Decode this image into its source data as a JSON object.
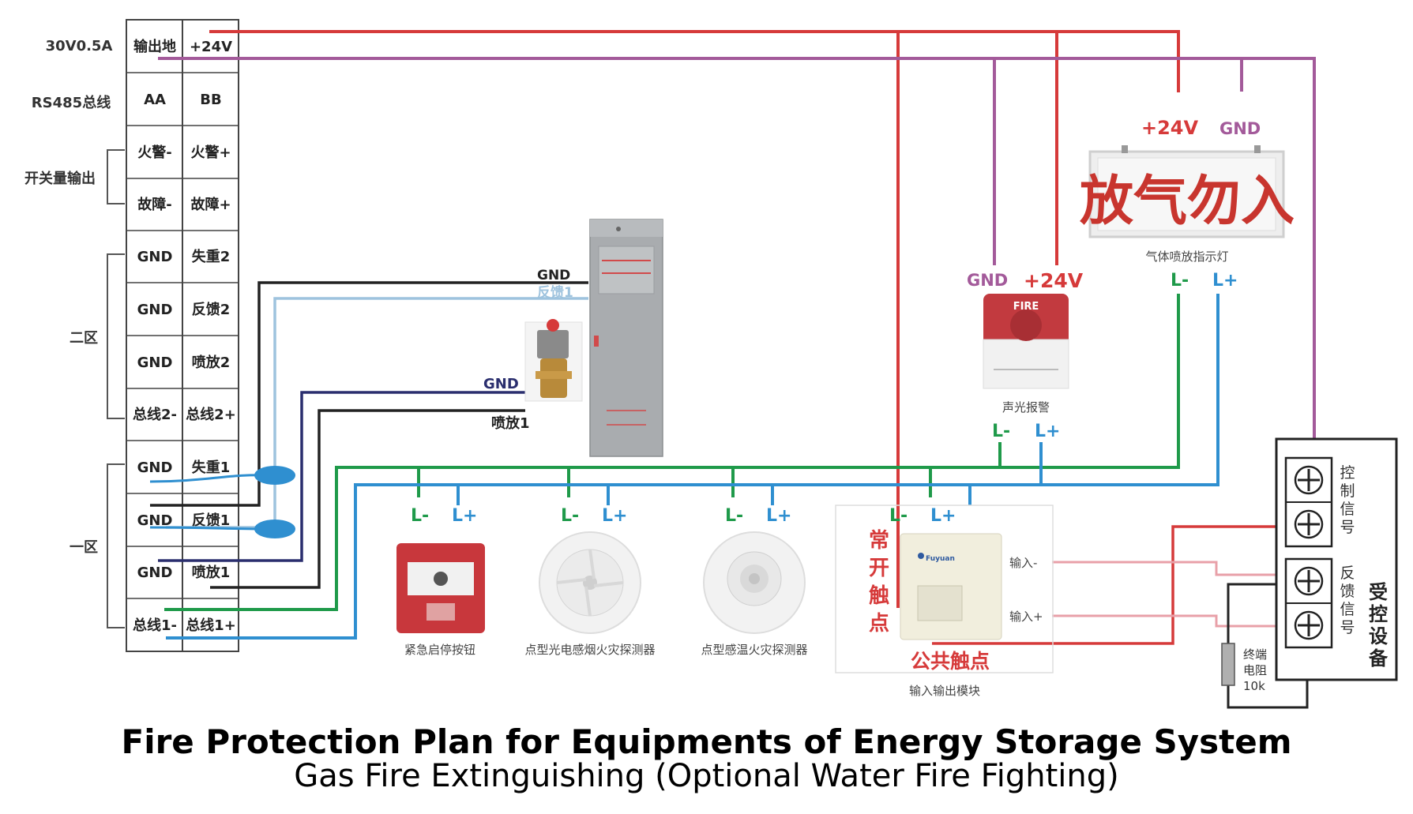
{
  "terminal_block": {
    "power_label": "30V0.5A",
    "bus_label": "RS485总线",
    "switch_output_label": "开关量输出",
    "zone2_label": "二区",
    "zone1_label": "一区",
    "rows": [
      {
        "left": "输出地",
        "right": "+24V"
      },
      {
        "left": "AA",
        "right": "BB"
      },
      {
        "left": "火警-",
        "right": "火警+"
      },
      {
        "left": "故障-",
        "right": "故障+"
      },
      {
        "left": "GND",
        "right": "失重2"
      },
      {
        "left": "GND",
        "right": "反馈2"
      },
      {
        "left": "GND",
        "right": "喷放2"
      },
      {
        "left": "总线2-",
        "right": "总线2+"
      },
      {
        "left": "GND",
        "right": "失重1"
      },
      {
        "left": "GND",
        "right": "反馈1"
      },
      {
        "left": "GND",
        "right": "喷放1"
      },
      {
        "left": "总线1-",
        "right": "总线1+"
      }
    ]
  },
  "cabinet_wires": {
    "gnd": "GND",
    "feedback": "反馈1"
  },
  "valve": {
    "gnd": "GND",
    "release": "喷放1"
  },
  "indicator_light": {
    "plus24v": "+24V",
    "gnd": "GND",
    "text": "放气勿入",
    "caption": "气体喷放指示灯",
    "l_minus": "L-",
    "l_plus": "L+"
  },
  "sounder": {
    "gnd": "GND",
    "plus24v": "+24V",
    "badge": "FIRE",
    "caption": "声光报警",
    "l_minus": "L-",
    "l_plus": "L+"
  },
  "devices": [
    {
      "caption": "紧急启停按钮",
      "l_minus": "L-",
      "l_plus": "L+"
    },
    {
      "caption": "点型光电感烟火灾探测器",
      "l_minus": "L-",
      "l_plus": "L+"
    },
    {
      "caption": "点型感温火灾探测器",
      "l_minus": "L-",
      "l_plus": "L+"
    }
  ],
  "io_module": {
    "l_minus": "L-",
    "l_plus": "L+",
    "normally_open": [
      "常",
      "开",
      "触",
      "点"
    ],
    "common_contact": "公共触点",
    "input_minus": "输入-",
    "input_plus": "输入+",
    "caption": "输入输出模块"
  },
  "controlled_device": {
    "title": [
      "受",
      "控",
      "设",
      "备"
    ],
    "control_signal": [
      "控",
      "制",
      "信",
      "号"
    ],
    "feedback_signal": [
      "反",
      "馈",
      "信",
      "号"
    ],
    "resistor": [
      "终端",
      "电阻",
      "10k"
    ]
  },
  "title": {
    "main": "Fire Protection Plan for Equipments of Energy Storage System",
    "sub": "Gas Fire Extinguishing (Optional Water Fire Fighting)"
  },
  "colors": {
    "red": "#d63a3a",
    "purple": "#a35a9a",
    "green": "#1f9a4a",
    "blue": "#2f8fd0",
    "black": "#222222",
    "navy": "#2a2e6e",
    "light_blue": "#9ec3de",
    "pink": "#e8a0a8"
  }
}
